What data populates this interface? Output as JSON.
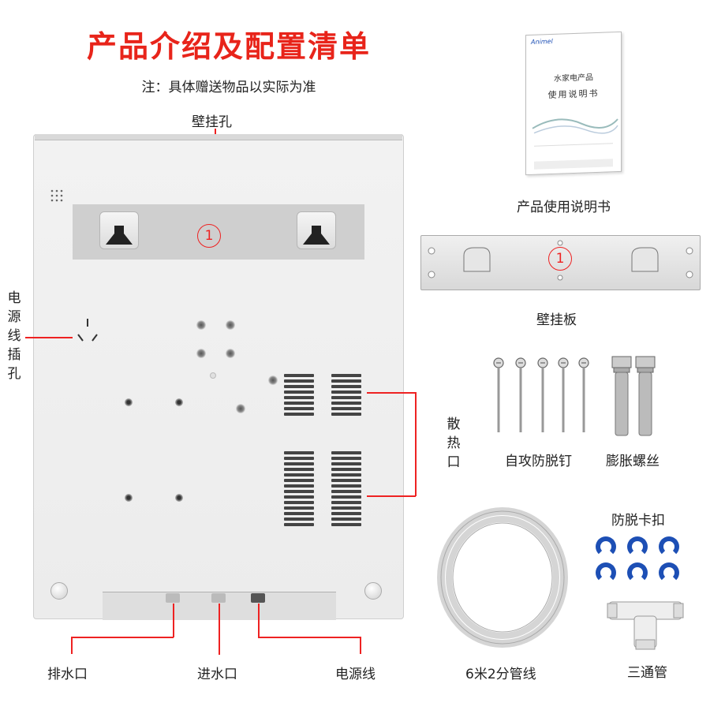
{
  "title": "产品介绍及配置清单",
  "note": "注：具体赠送物品以实际为准",
  "labels": {
    "wall_holes": "壁挂孔",
    "power_socket": "电源线插孔",
    "heat_vent": "散热口",
    "drain": "排水口",
    "water_inlet": "进水口",
    "power_cord": "电源线",
    "manual": "产品使用说明书",
    "wall_plate": "壁挂板",
    "self_tapping_screws": "自攻防脱钉",
    "expansion_bolts": "膨胀螺丝",
    "anti_slip_clips": "防脱卡扣",
    "tube": "6米2分管线",
    "tee": "三通管"
  },
  "marker": "1",
  "manual_cover": {
    "brand": "Animel",
    "title_1": "水家电产品",
    "title_2": "使用说明书"
  },
  "colors": {
    "accent": "#e8241a",
    "clip_blue": "#1d4fb5"
  },
  "icons": [
    "speaker-grille-icon",
    "power-socket-icon",
    "screw-icon",
    "bolt-icon",
    "clip-icon",
    "tube-coil-icon",
    "tee-fitting-icon"
  ]
}
